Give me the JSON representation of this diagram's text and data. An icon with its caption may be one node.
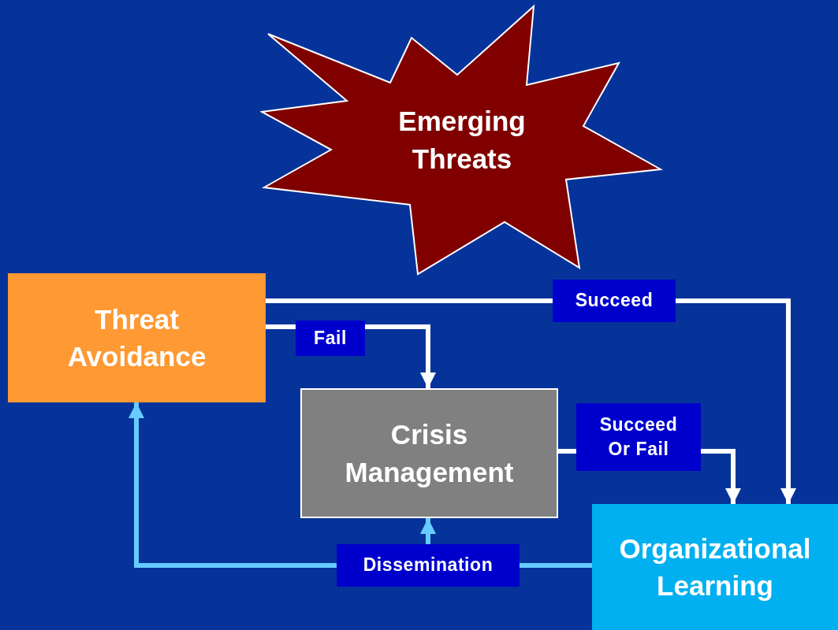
{
  "diagram": {
    "nodes": [
      {
        "text": [
          "Emerging Threats"
        ]
      },
      {
        "text": [
          "Threat Avoidance"
        ]
      },
      {
        "text": [
          "Crisis Management"
        ]
      },
      {
        "text": [
          "Organizational Learning"
        ]
      }
    ],
    "edges": [
      {
        "from": 1,
        "to": 3,
        "arrow": "to",
        "label": "Succeed"
      },
      {
        "from": 1,
        "to": 2,
        "arrow": "to",
        "label": "Fail"
      },
      {
        "from": 2,
        "to": 3,
        "arrow": "to",
        "label": "Succeed Or Fail"
      },
      {
        "from": 3,
        "to": 1,
        "arrow": "to",
        "label": "Dissemination",
        "color": "#66ccff"
      },
      {
        "from": 3,
        "to": 2,
        "arrow": "to",
        "color": "#66ccff"
      }
    ]
  }
}
